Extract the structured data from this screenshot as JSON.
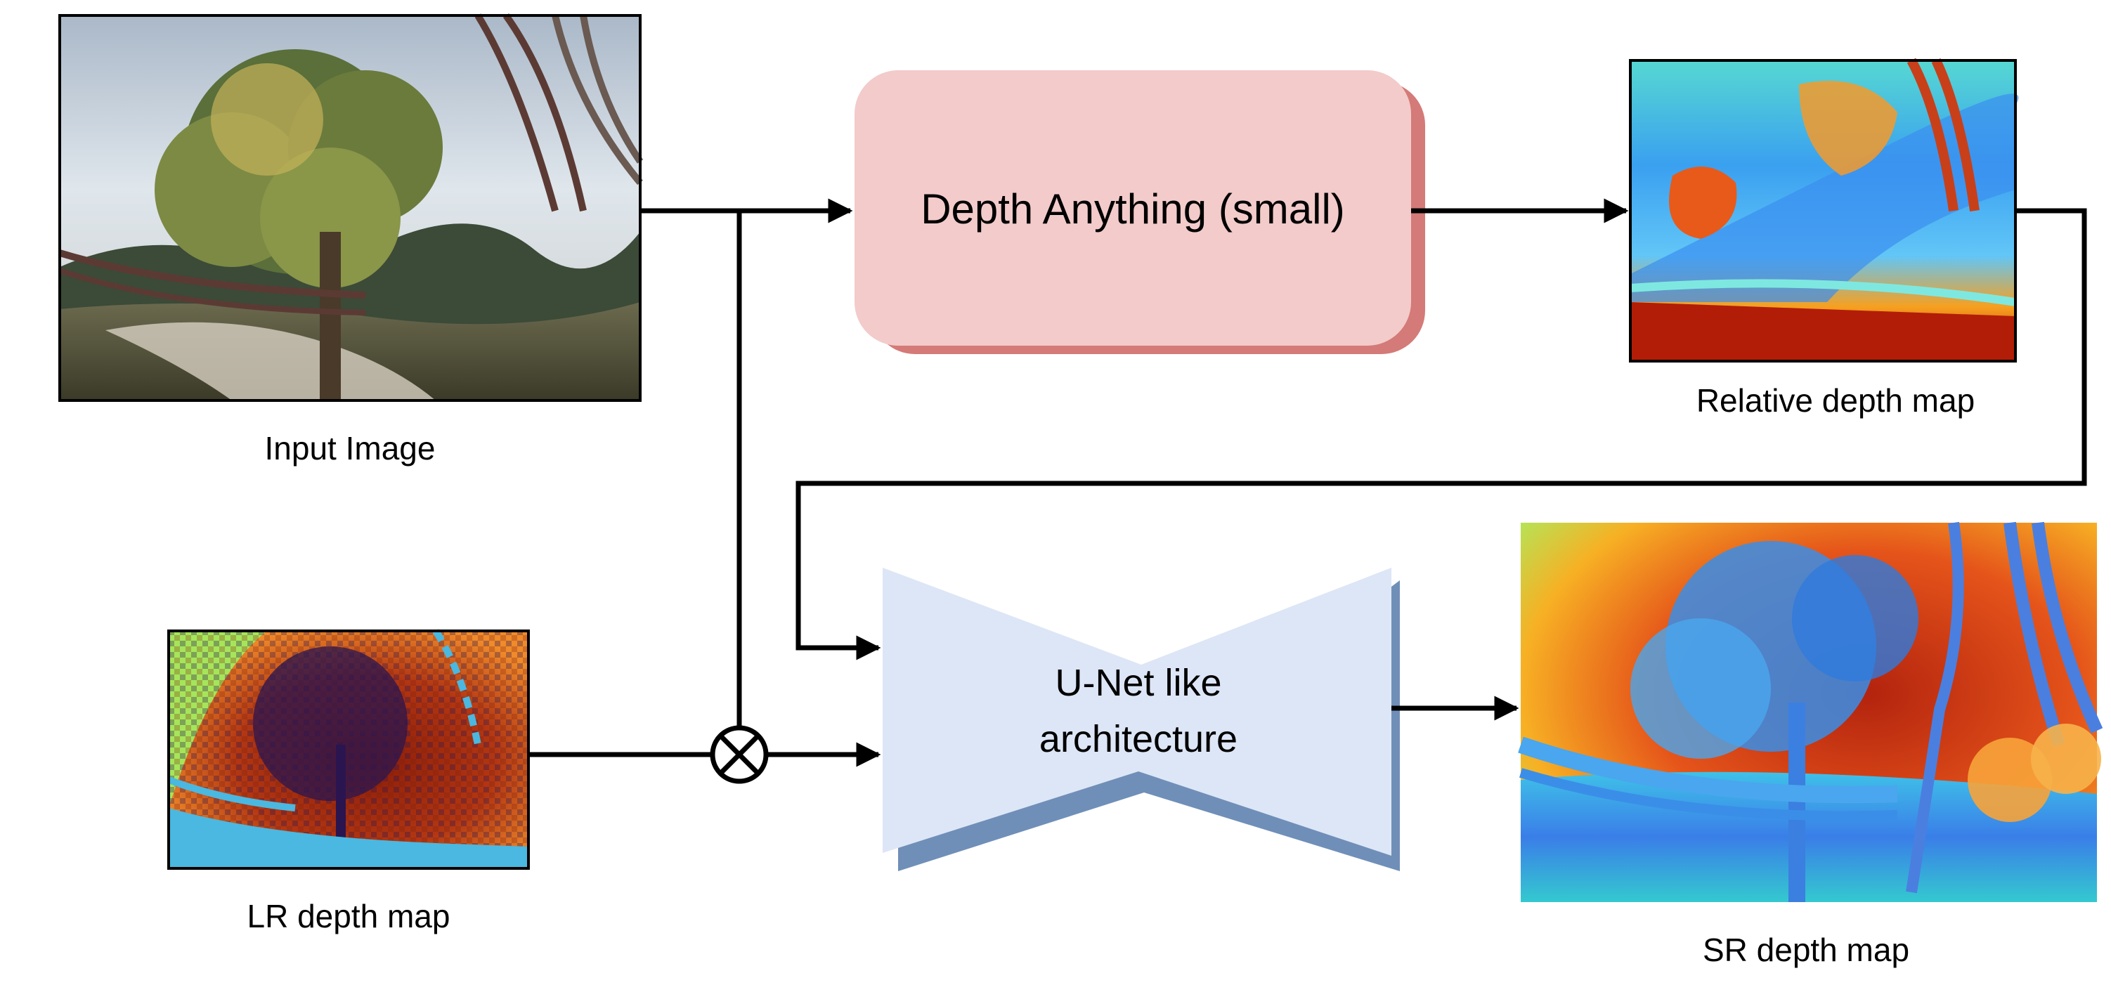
{
  "labels": {
    "input_image": "Input Image",
    "depth_anything": "Depth Anything (small)",
    "relative_depth_map": "Relative depth map",
    "unet_line1": "U-Net like",
    "unet_line2": "architecture",
    "lr_depth_map": "LR depth map",
    "sr_depth_map": "SR depth map"
  },
  "colors": {
    "depth_anything_fill": "#f2cbca",
    "depth_anything_shadow": "#d47a78",
    "unet_fill": "#dde6f6",
    "unet_shadow": "#6f8fb8",
    "arrow": "#000000"
  },
  "icons": {
    "multiply_node": "circled-times-icon"
  }
}
